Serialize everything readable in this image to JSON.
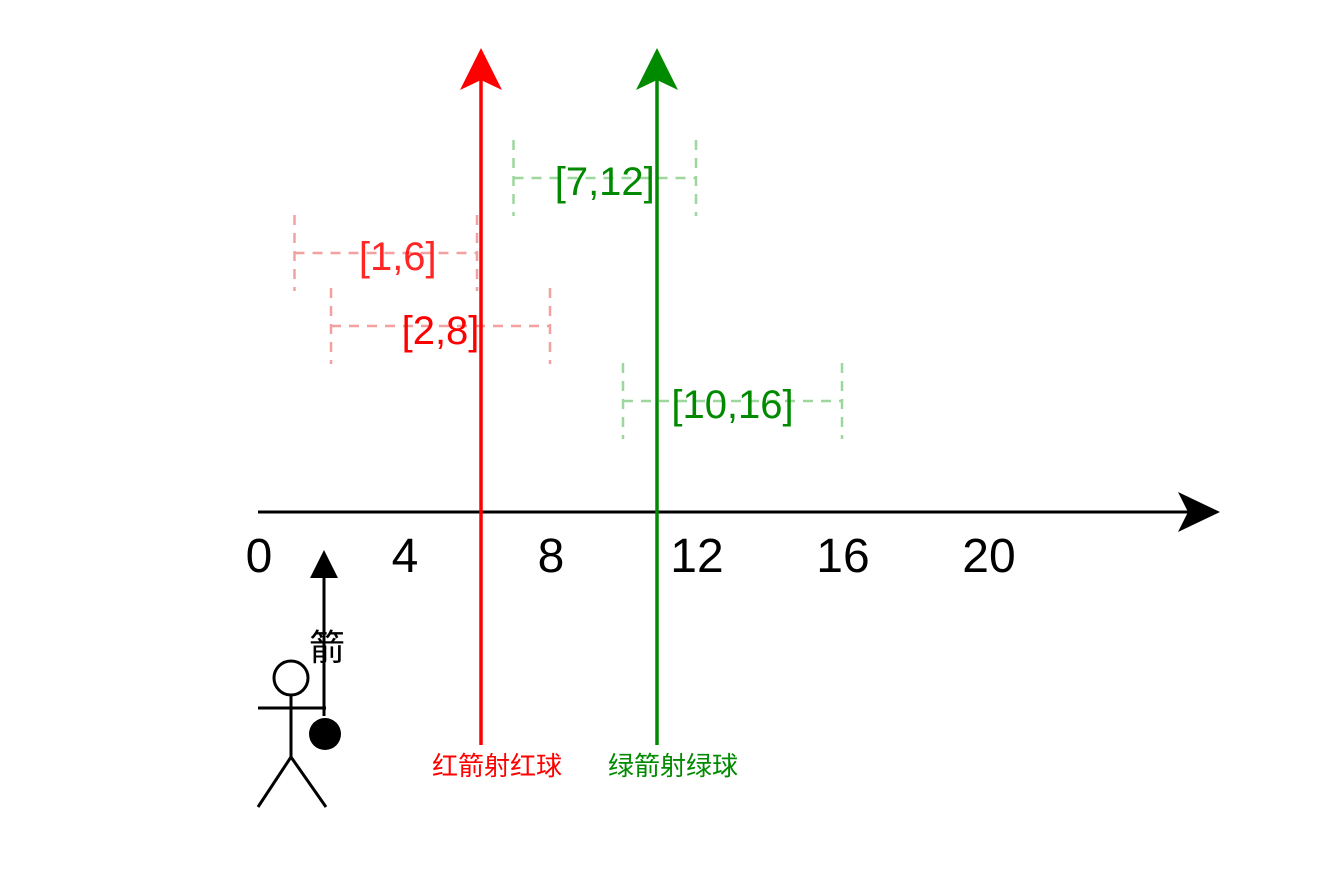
{
  "axis": {
    "ticks": [
      "0",
      "4",
      "8",
      "12",
      "16",
      "20"
    ]
  },
  "intervals": [
    {
      "label": "[1,6]",
      "start": 1,
      "end": 6,
      "group": "red"
    },
    {
      "label": "[2,8]",
      "start": 2,
      "end": 8,
      "group": "red"
    },
    {
      "label": "[7,12]",
      "start": 7,
      "end": 12,
      "group": "green"
    },
    {
      "label": "[10,16]",
      "start": 10,
      "end": 16,
      "group": "green"
    }
  ],
  "arrows": [
    {
      "label": "红箭射红球",
      "x": 6,
      "group": "red"
    },
    {
      "label": "绿箭射绿球",
      "x": 11,
      "group": "green"
    }
  ],
  "archer": {
    "arrow_label": "箭",
    "x": 1.8
  },
  "colors": {
    "red": "#ff0000",
    "red_light": "#f5a0a0",
    "green": "#008a00",
    "green_light": "#9ed79e",
    "axis": "#000000"
  }
}
